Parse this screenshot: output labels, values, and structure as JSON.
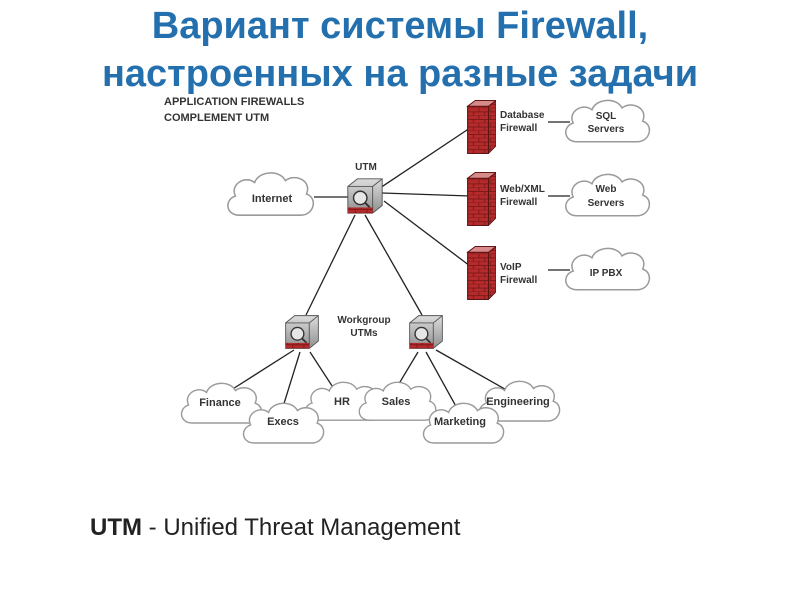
{
  "slide": {
    "title_line1": "Вариант системы Firewall,",
    "title_line2": "настроенных на разные задачи"
  },
  "diagram": {
    "caption_line1": "APPLICATION FIREWALLS",
    "caption_line2": "COMPLEMENT UTM",
    "utm_label": "UTM",
    "workgroup_label_line1": "Workgroup",
    "workgroup_label_line2": "UTMs",
    "clouds": {
      "internet": "Internet",
      "sql_line1": "SQL",
      "sql_line2": "Servers",
      "web_line1": "Web",
      "web_line2": "Servers",
      "ippbx": "IP PBX",
      "finance": "Finance",
      "execs": "Execs",
      "hr": "HR",
      "sales": "Sales",
      "marketing": "Marketing",
      "engineering": "Engineering"
    },
    "firewalls": {
      "database_line1": "Database",
      "database_line2": "Firewall",
      "webxml_line1": "Web/XML",
      "webxml_line2": "Firewall",
      "voip_line1": "VoIP",
      "voip_line2": "Firewall"
    },
    "colors": {
      "title": "#2470ae",
      "brick": "#b52a2a",
      "brick_dark": "#7d1a1a",
      "device_body": "#b9b9b9",
      "cloud_fill": "#ffffff",
      "cloud_stroke": "#9a9a9a",
      "link": "#222222"
    }
  },
  "footnote": {
    "abbr": "UTM",
    "definition": " - Unified Threat Management"
  }
}
